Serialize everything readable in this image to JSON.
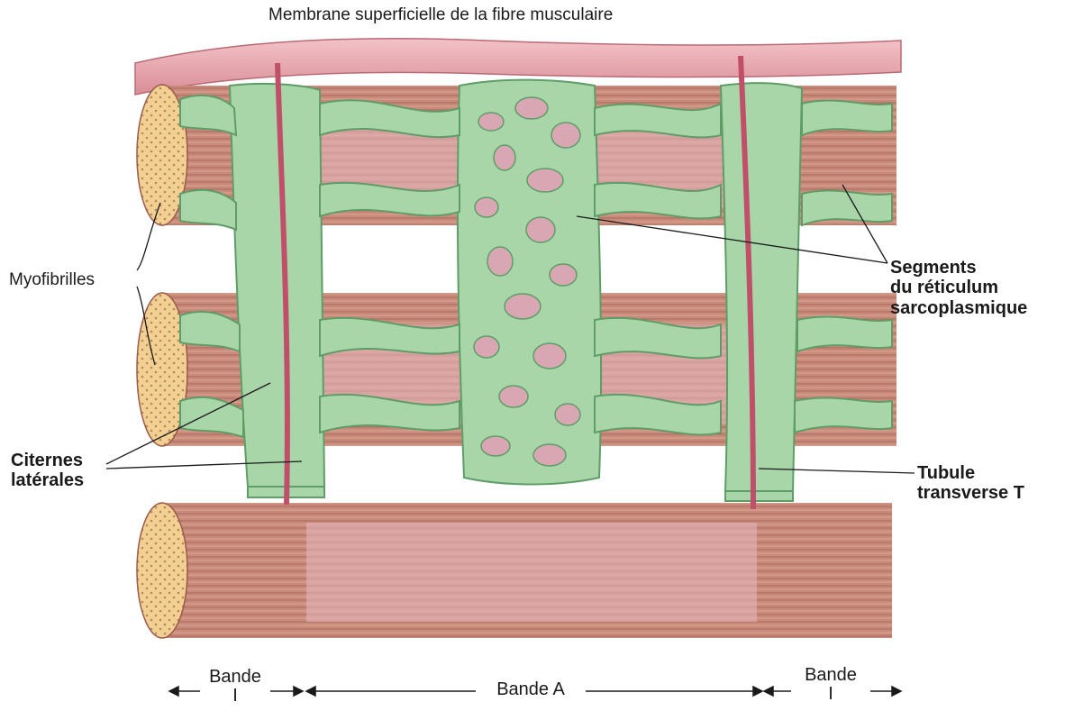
{
  "labels": {
    "membrane": "Membrane superficielle de la fibre musculaire",
    "myofibrilles": "Myofibrilles",
    "segments": [
      "Segments",
      "du réticulum",
      "sarcoplasmique"
    ],
    "citernes": [
      "Citernes",
      "latérales"
    ],
    "tubule": [
      "Tubule",
      "transverse T"
    ]
  },
  "bands": {
    "left": [
      "Bande",
      "I"
    ],
    "middle": "Bande A",
    "right": [
      "Bande",
      "I"
    ]
  },
  "colors": {
    "membrane": "#e8a3ab",
    "fibre": "#c78878",
    "fibre_dark": "#9a5a4c",
    "fibre_pink": "#e2b2bc",
    "reticulum": "#a9d6a8",
    "reticulum_dark": "#5f9d68",
    "t_tubule": "#c0506a",
    "cross_section": "#f2cf92",
    "line": "#1a1a1a"
  }
}
